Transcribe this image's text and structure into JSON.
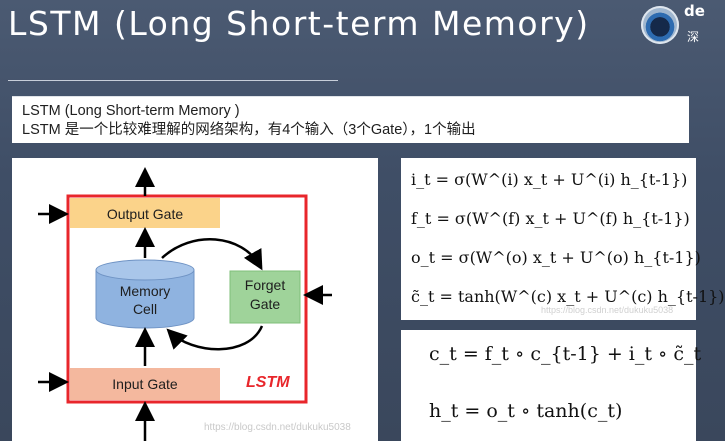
{
  "slide": {
    "title": "LSTM (Long Short-term Memory)",
    "logo_text": "de",
    "logo_sub": "深"
  },
  "summary": {
    "line1": "LSTM (Long Short-term Memory )",
    "line2": "LSTM 是一个比较难理解的网络架构，有4个输入（3个Gate），1个输出"
  },
  "diagram": {
    "output_gate": "Output Gate",
    "memory_cell_line1": "Memory",
    "memory_cell_line2": "Cell",
    "forget_gate_line1": "Forget",
    "forget_gate_line2": "Gate",
    "input_gate": "Input Gate",
    "lstm_label": "LSTM",
    "watermark": "https://blog.csdn.net/dukuku5038",
    "colors": {
      "border": "#e8262b",
      "output_gate": "#fbd38a",
      "forget_gate": "#9fd39a",
      "input_gate": "#f4b89e",
      "memory_cell": "#8fb3e0"
    }
  },
  "equations": {
    "i": "i_t = σ(W^(i) x_t + U^(i) h_{t-1})",
    "f": "f_t = σ(W^(f) x_t + U^(f) h_{t-1})",
    "o": "o_t = σ(W^(o) x_t + U^(o) h_{t-1})",
    "c_tilde": "c̃_t = tanh(W^(c) x_t + U^(c) h_{t-1})",
    "c": "c_t = f_t ∘ c_{t-1} + i_t ∘ c̃_t",
    "h": "h_t = o_t ∘ tanh(c_t)",
    "watermark": "https://blog.csdn.net/dukuku5038"
  }
}
